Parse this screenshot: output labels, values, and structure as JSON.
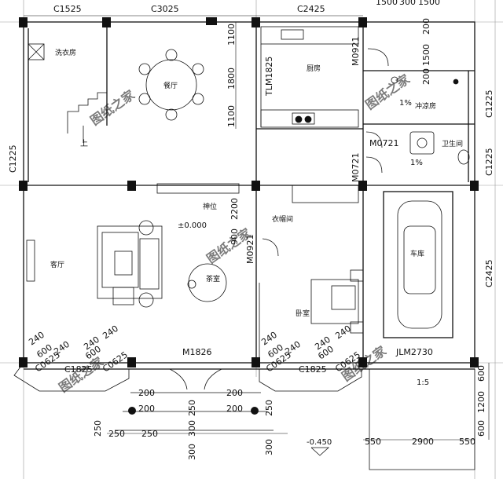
{
  "rooms": {
    "laundry": "洗衣房",
    "dining": "餐厅",
    "kitchen": "厨房",
    "shower": "冲凉房",
    "bathroom": "卫生间",
    "shrine": "神位",
    "cloakroom": "衣帽间",
    "living": "客厅",
    "tea": "茶室",
    "bedroom": "卧室",
    "garage": "车库"
  },
  "elevation_marks": {
    "floor": "±0.000",
    "outside": "-0.450"
  },
  "slopes": {
    "shower": "1%",
    "bathroom": "1%",
    "ramp": "1:5"
  },
  "stair_mark": "上",
  "openings": {
    "top": [
      "C1525",
      "C3025",
      "C2425"
    ],
    "left": "C1225",
    "right": [
      "C1225",
      "C1225",
      "C2425"
    ],
    "kitchen_door": "TLM1825",
    "door_kitchen_side": "M0921",
    "door_shower": "M0721",
    "door_wc": "M0721",
    "door_bedroom": "M0921",
    "front_door": "M1826",
    "bay_left": "C1825",
    "bay_right": "C1825",
    "garage_door": "JLM2730",
    "bay_small": [
      "C0625",
      "C0625",
      "C0625",
      "C0625"
    ]
  },
  "dimensions": {
    "top_right": [
      "1500",
      "300",
      "1500"
    ],
    "kitchen_stack": [
      "1100",
      "1800",
      "1100"
    ],
    "shower_stack": [
      "200",
      "1500",
      "200"
    ],
    "shrine_stack": [
      "2200",
      "900"
    ],
    "bay_left": [
      "240",
      "600",
      "240",
      "240",
      "600",
      "240"
    ],
    "bay_right": [
      "240",
      "600",
      "240",
      "240",
      "600",
      "240"
    ],
    "right_side": [
      "600",
      "1200",
      "600"
    ],
    "steps_horizontal": [
      "200",
      "200",
      "250",
      "200",
      "200",
      "250"
    ],
    "steps_vertical": [
      "300",
      "300",
      "300"
    ],
    "bottom": [
      "250",
      "250",
      "250",
      "550",
      "2900",
      "550"
    ]
  },
  "watermark": "图纸之家"
}
